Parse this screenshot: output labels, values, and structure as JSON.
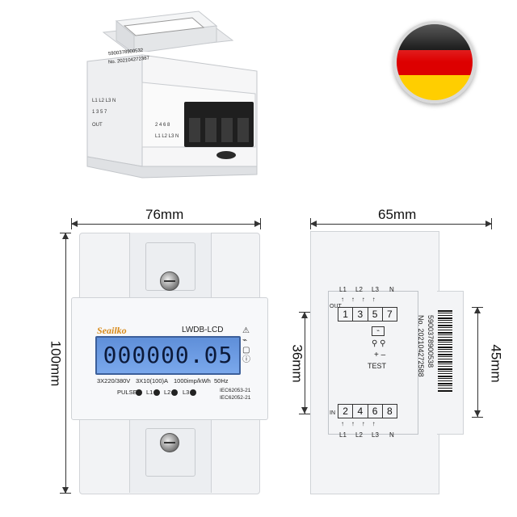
{
  "dimensions": {
    "front_width": "76mm",
    "front_height": "100mm",
    "side_width": "65mm",
    "side_inner_height": "36mm",
    "side_step_height": "45mm"
  },
  "front_meter": {
    "brand": "Seailko",
    "model": "LWDB-LCD",
    "display_value": "00000005",
    "display_decimal": ".05",
    "display_full": "000000.05",
    "spec_voltage": "3X220/380V",
    "spec_current": "3X10(100)A",
    "spec_impulse": "1000imp/kWh",
    "spec_freq": "50Hz",
    "indicator_labels": [
      "PULSE",
      "L1",
      "L2",
      "L3"
    ],
    "iec_1": "IEC62053-21",
    "iec_2": "IEC62052-21"
  },
  "side_meter": {
    "top_terminals": [
      "1",
      "3",
      "5",
      "7"
    ],
    "bottom_terminals": [
      "2",
      "4",
      "6",
      "8"
    ],
    "top_labels": [
      "L1",
      "L2",
      "L3",
      "N"
    ],
    "bottom_labels": [
      "L1",
      "L2",
      "L3",
      "N"
    ],
    "out_label": "OUT",
    "in_label": "IN",
    "test_label": "TEST",
    "barcode_number": "5900378900538",
    "serial": "No. 202104272588"
  },
  "photo_meter": {
    "barcode_number": "5900378900532",
    "serial": "No. 202104272387"
  },
  "colors": {
    "flag_black": "#000000",
    "flag_red": "#dd0000",
    "flag_gold": "#ffce00",
    "lcd_blue": "#6e9fe6",
    "brand_orange": "#d88a1a"
  }
}
